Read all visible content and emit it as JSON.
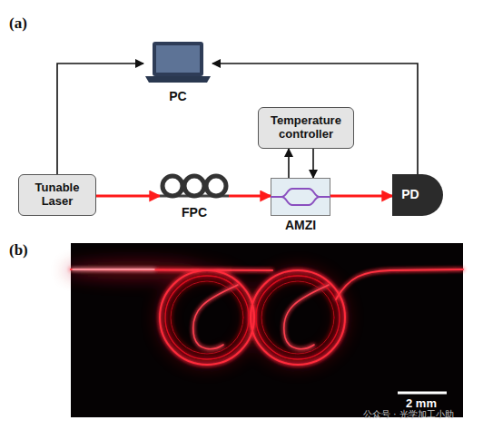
{
  "diagram": {
    "nodes": [
      {
        "text": [
          "PC"
        ]
      },
      {
        "text": [
          "Tunable Laser"
        ]
      },
      {
        "text": [
          "FPC"
        ]
      },
      {
        "text": [
          "Temperature controller"
        ]
      },
      {
        "text": [
          "AMZI"
        ]
      },
      {
        "text": [
          "PD"
        ]
      }
    ],
    "edges": [
      {
        "from": 1,
        "to": 0,
        "arrow": "to"
      },
      {
        "from": 5,
        "to": 0,
        "arrow": "to"
      },
      {
        "from": 1,
        "to": 2,
        "arrow": "to"
      },
      {
        "from": 2,
        "to": 4,
        "arrow": "to"
      },
      {
        "from": 4,
        "to": 5,
        "arrow": "to"
      },
      {
        "from": 4,
        "to": 3,
        "arrow": "to"
      },
      {
        "from": 3,
        "to": 4,
        "arrow": "to"
      }
    ],
    "labels": [
      "(a)",
      "(b)",
      "2 mm",
      "公众号 · 光学加工小助"
    ]
  }
}
